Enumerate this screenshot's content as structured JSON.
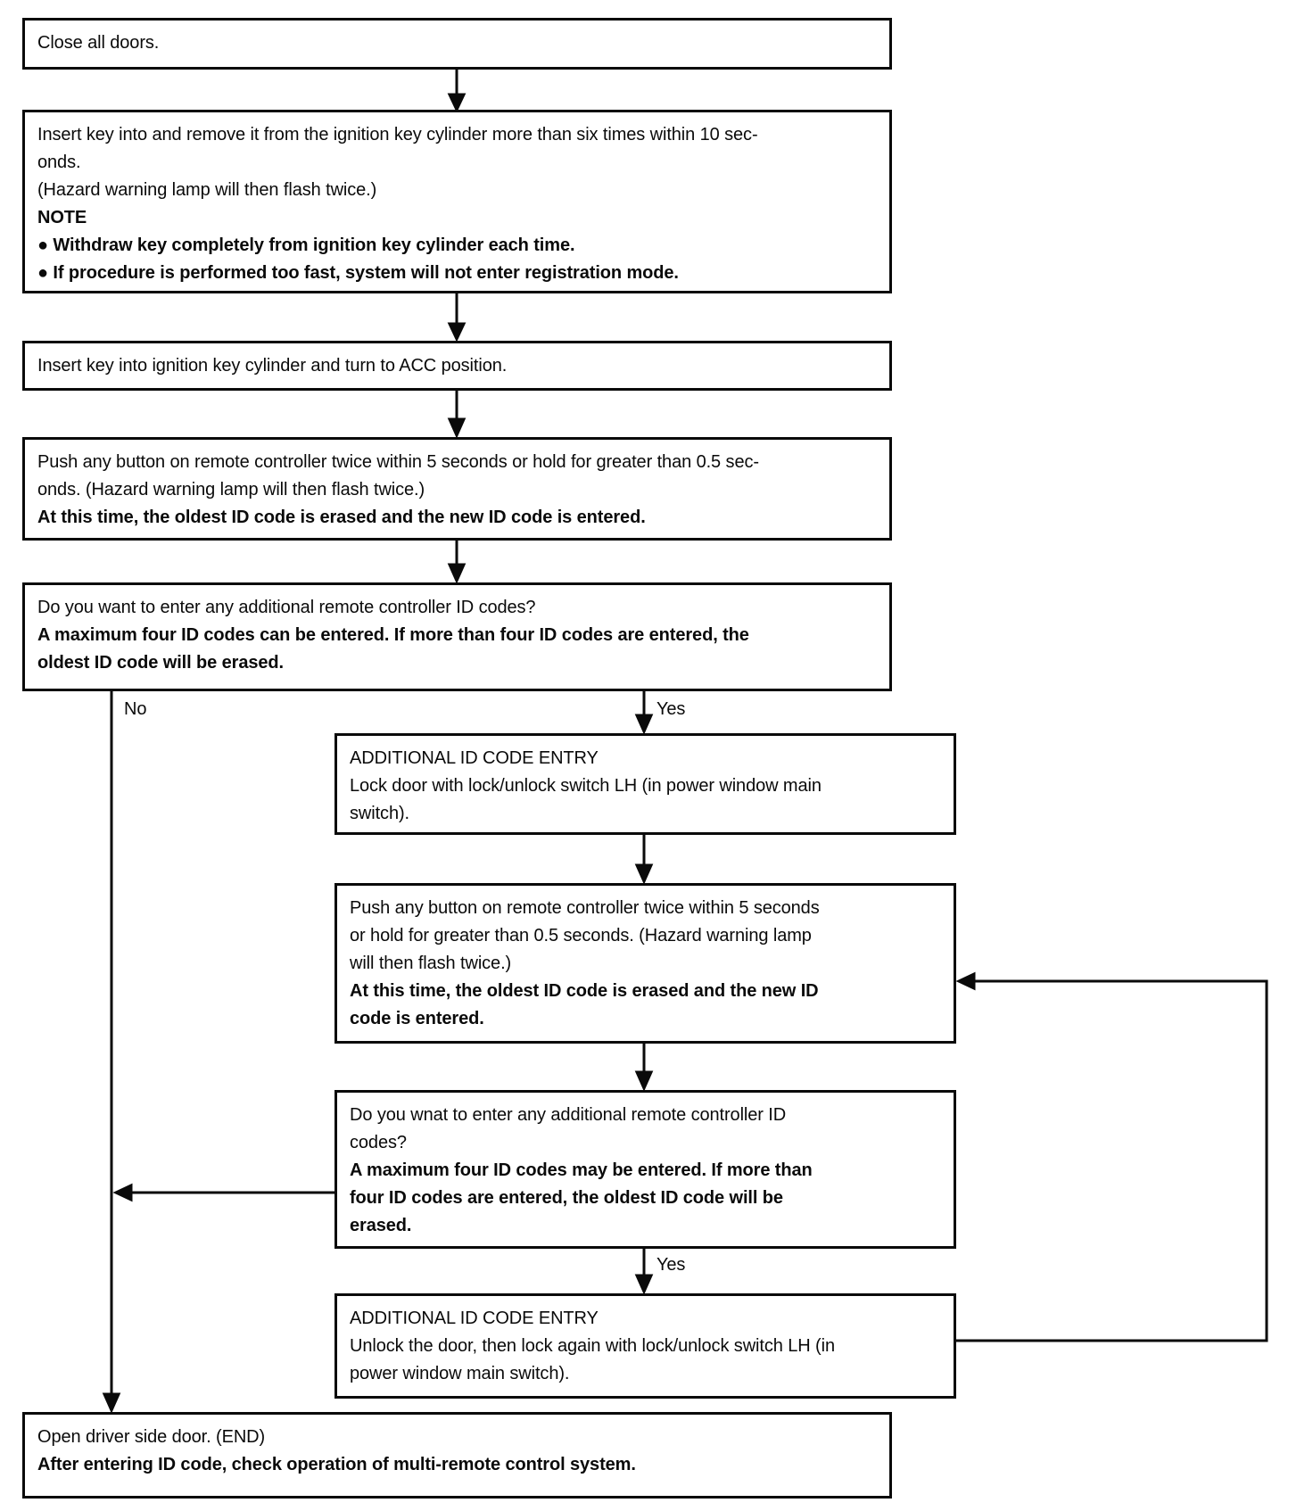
{
  "flow": {
    "title_hint": "Remote controller ID code entry flowchart",
    "colors": {
      "line": "#0a0a0a",
      "background": "#ffffff"
    },
    "boxes": {
      "close_doors": {
        "lines": [
          "Close all doors."
        ]
      },
      "insert_remove_key": {
        "lines": [
          "Insert key into and remove it from the ignition key cylinder more than six times within 10 sec-",
          "onds.",
          "(Hazard warning lamp will then flash twice.)",
          "NOTE",
          "●  Withdraw key completely from ignition key cylinder each time.",
          "●  If procedure is performed too fast, system will not enter registration mode."
        ]
      },
      "acc_position": {
        "lines": [
          "Insert key into ignition key cylinder and turn to ACC position."
        ]
      },
      "push_button_first": {
        "lines": [
          "Push any button on remote controller twice within 5 seconds or hold for greater than 0.5 sec-",
          "onds. (Hazard warning lamp will then flash twice.)",
          "At this time, the oldest ID code is erased and the new ID code is entered."
        ]
      },
      "additional_prompt_first": {
        "lines": [
          "Do you want to enter any additional remote controller ID codes?",
          "A maximum four ID codes can be entered. If more than four ID codes are entered, the",
          "oldest ID code will be erased."
        ]
      },
      "id_entry_lock": {
        "lines": [
          "ADDITIONAL ID CODE ENTRY",
          "Lock door with lock/unlock switch LH (in power window main",
          "switch)."
        ]
      },
      "push_button_second": {
        "lines": [
          "Push any button on remote controller twice within 5 seconds",
          "or hold for greater than 0.5 seconds. (Hazard warning lamp",
          "will then flash twice.)",
          "At this time, the oldest ID code is erased and the new ID",
          "code is entered."
        ]
      },
      "additional_prompt_second": {
        "lines": [
          "Do you wnat to enter any additional remote controller ID",
          "codes?",
          "A maximum four ID codes may be entered. If more than",
          "four ID codes are entered, the oldest ID code will be",
          "erased."
        ]
      },
      "id_entry_unlock": {
        "lines": [
          "ADDITIONAL ID CODE ENTRY",
          "Unlock the door, then lock again with lock/unlock switch LH (in",
          "power window main switch)."
        ]
      },
      "open_door_end": {
        "lines": [
          "Open driver side door. (END)",
          "After entering ID code, check operation of multi-remote control system."
        ]
      }
    },
    "labels": {
      "no": "No",
      "yes_first": "Yes",
      "yes_second": "Yes"
    }
  }
}
